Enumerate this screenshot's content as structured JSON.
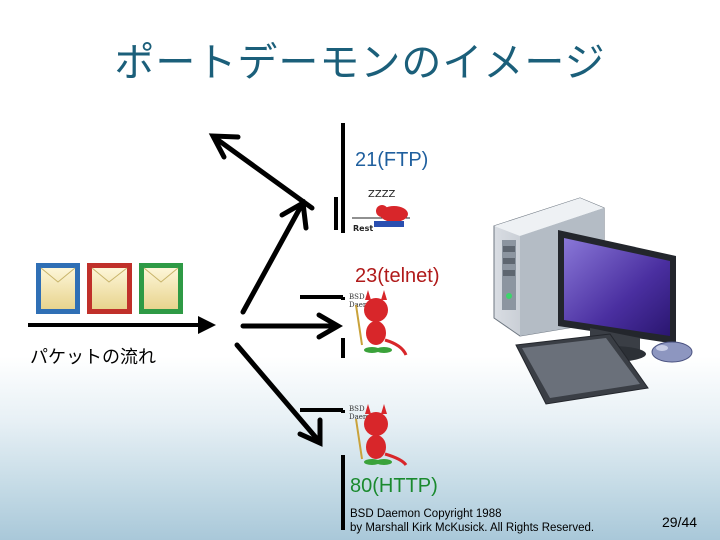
{
  "title": "ポートデーモンのイメージ",
  "packet_label": "パケットの流れ",
  "ports": [
    {
      "label": "21(FTP)",
      "color": "#1f5f9e",
      "state": "rest"
    },
    {
      "label": "23(telnet)",
      "color": "#b01a1a",
      "state": "daemon"
    },
    {
      "label": "80(HTTP)",
      "color": "#1a8a2e",
      "state": "daemon"
    }
  ],
  "rest_sign": "Rest",
  "zzz_text": "ZZZZ",
  "daemon_caption_line1": "BSD",
  "daemon_caption_line2": "Daemon",
  "credit": {
    "line1": "BSD Daemon Copyright 1988",
    "line2": "by Marshall Kirk McKusick. All Rights Reserved."
  },
  "page_number": "29/44",
  "packet_colors": [
    "#2f6fb5",
    "#c0302a",
    "#2e9a45"
  ]
}
